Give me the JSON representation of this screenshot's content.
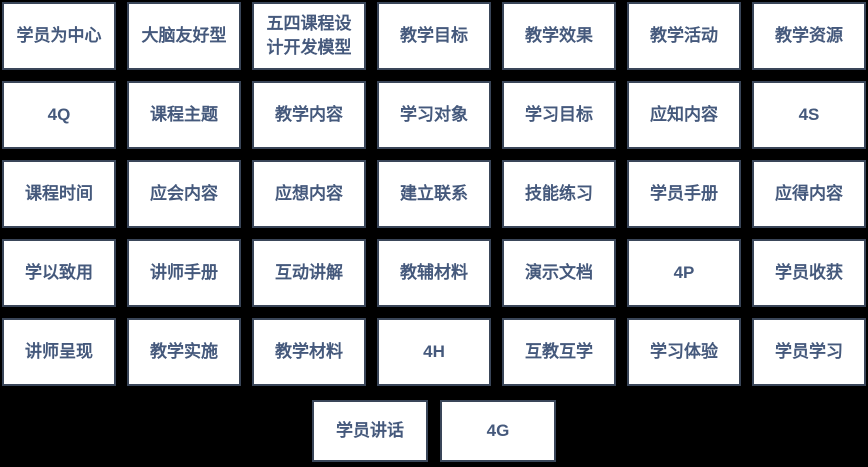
{
  "colors": {
    "background": "#000000",
    "card_bg": "#ffffff",
    "card_border": "#3a4659",
    "card_text": "#45597c"
  },
  "grid": {
    "rows": [
      [
        "学员为中心",
        "大脑友好型",
        "五四课程设计开发模型",
        "教学目标",
        "教学效果",
        "教学活动",
        "教学资源"
      ],
      [
        "4Q",
        "课程主题",
        "教学内容",
        "学习对象",
        "学习目标",
        "应知内容",
        "4S"
      ],
      [
        "课程时间",
        "应会内容",
        "应想内容",
        "建立联系",
        "技能练习",
        "学员手册",
        "应得内容"
      ],
      [
        "学以致用",
        "讲师手册",
        "互动讲解",
        "教辅材料",
        "演示文档",
        "4P",
        "学员收获"
      ],
      [
        "讲师呈现",
        "教学实施",
        "教学材料",
        "4H",
        "互教互学",
        "学习体验",
        "学员学习"
      ]
    ],
    "bottom_row": [
      "学员讲话",
      "4G"
    ]
  }
}
